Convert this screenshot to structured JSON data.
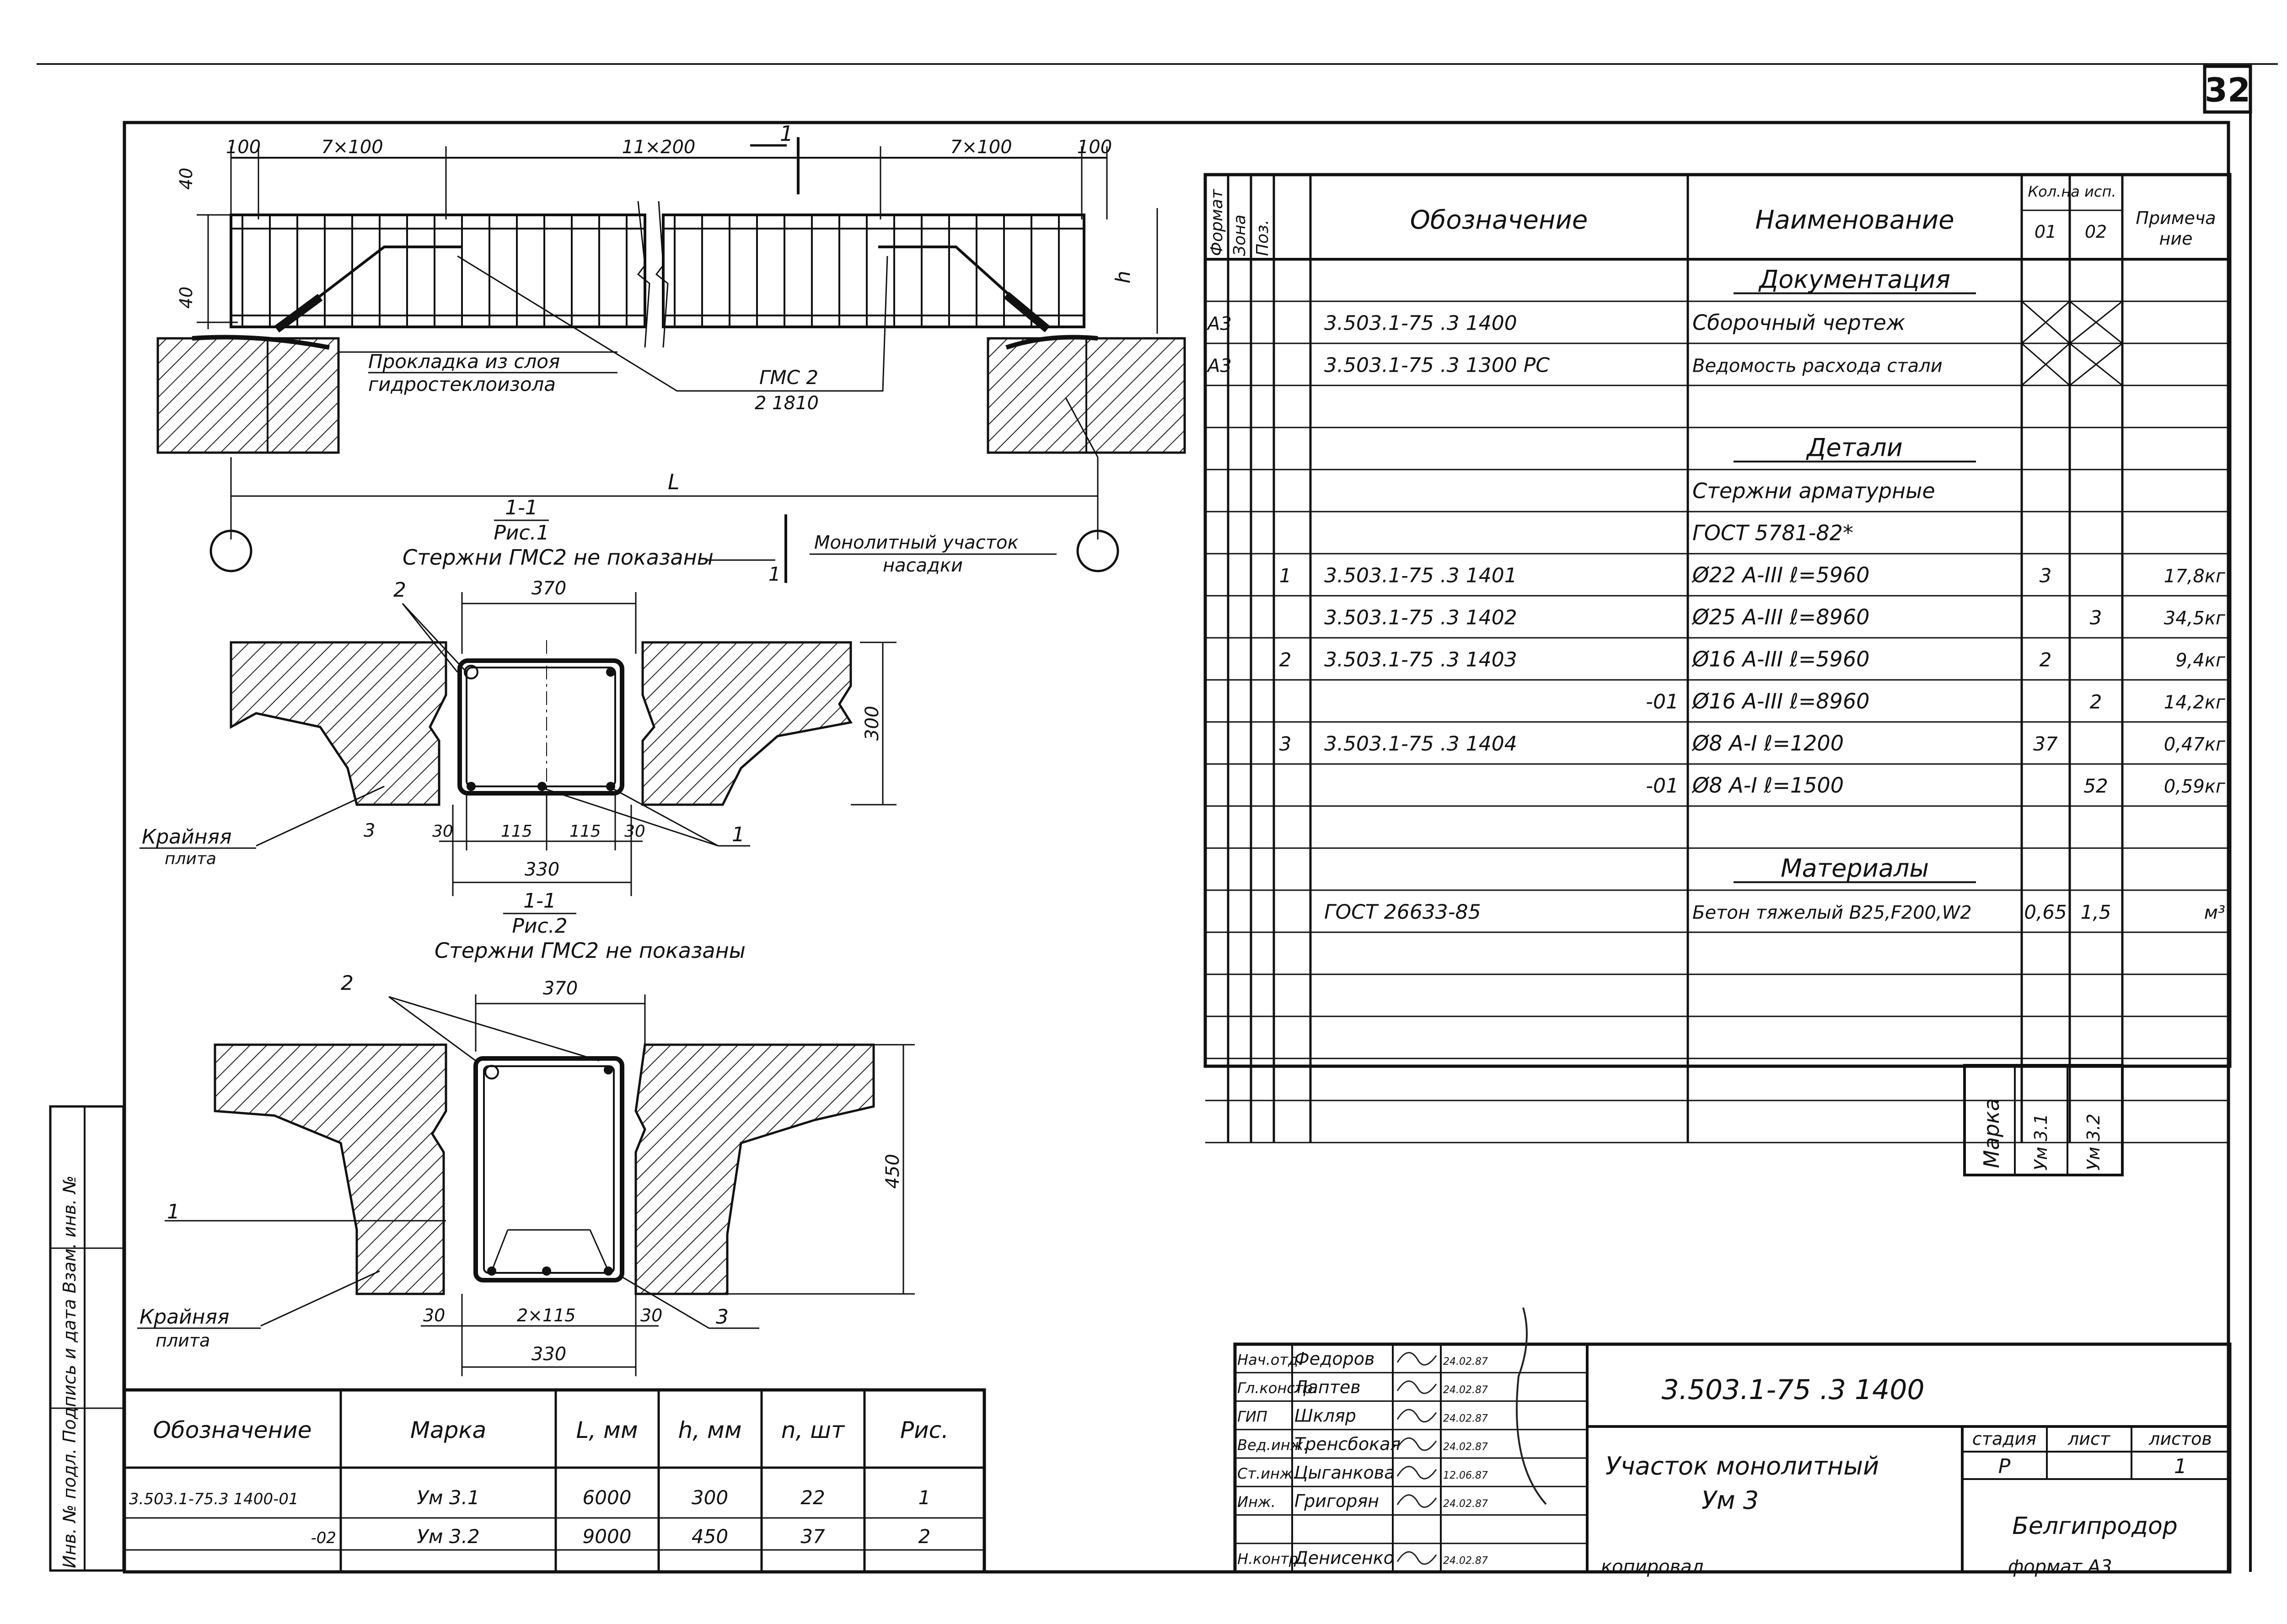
{
  "sheet_number": "32",
  "drawing": {
    "dims_top": {
      "d100a": "100",
      "d7x100a": "7×100",
      "d11x200": "11×200",
      "d7x100b": "7×100",
      "d100b": "100",
      "d40a": "40",
      "d40b": "40",
      "h": "h",
      "L": "L"
    },
    "section_mark": "1",
    "labels": {
      "gasket_1": "Прокладка из слоя",
      "gasket_2": "гидростеклоизола",
      "gms_1": "ГМС 2",
      "gms_2": "2  1810",
      "fig1_cut": "1-1",
      "fig1_name": "Рис.1",
      "fig1_note": "Стержни ГМС2 не показаны",
      "monolith_1": "Монолитный участок",
      "monolith_2": "насадки",
      "sec_mark": "1"
    },
    "sec1": {
      "d370": "370",
      "d300": "300",
      "d30a": "30",
      "d115a": "115",
      "d115b": "115",
      "d30b": "30",
      "d330": "330",
      "p2": "2",
      "p3": "3",
      "p1": "1",
      "edge_1": "Крайняя",
      "edge_2": "плита",
      "cut": "1-1",
      "name": "Рис.2",
      "note": "Стержни ГМС2 не показаны"
    },
    "sec2": {
      "d370": "370",
      "d450": "450",
      "d30a": "30",
      "d2x115": "2×115",
      "d30b": "30",
      "d330": "330",
      "p2": "2",
      "p1": "1",
      "p3": "3",
      "edge_1": "Крайняя",
      "edge_2": "плита"
    }
  },
  "spec": {
    "headers": {
      "format": "Формат",
      "zone": "Зона",
      "pos": "Поз.",
      "designation": "Обозначение",
      "name": "Наименование",
      "qty": "Кол.на исп.",
      "q01": "01",
      "q02": "02",
      "note_1": "Примеча",
      "note_2": "ние"
    },
    "rows": [
      {
        "format": "",
        "zone": "",
        "pos": "",
        "designation": "",
        "name": "Документация",
        "q01": "",
        "q02": "",
        "note": "",
        "section": true
      },
      {
        "format": "А3",
        "zone": "",
        "pos": "",
        "designation": "3.503.1-75 .3   1400",
        "name": "Сборочный чертеж",
        "q01": "",
        "q02": "",
        "note": "",
        "cross": true
      },
      {
        "format": "А3",
        "zone": "",
        "pos": "",
        "designation": "3.503.1-75 .3   1300 РС",
        "name": "Ведомость расхода стали",
        "q01": "",
        "q02": "",
        "note": "",
        "cross": true
      },
      {
        "format": "",
        "zone": "",
        "pos": "",
        "designation": "",
        "name": "",
        "q01": "",
        "q02": "",
        "note": ""
      },
      {
        "format": "",
        "zone": "",
        "pos": "",
        "designation": "",
        "name": "Детали",
        "q01": "",
        "q02": "",
        "note": "",
        "section": true
      },
      {
        "format": "",
        "zone": "",
        "pos": "",
        "designation": "",
        "name": "Стержни арматурные",
        "q01": "",
        "q02": "",
        "note": ""
      },
      {
        "format": "",
        "zone": "",
        "pos": "",
        "designation": "",
        "name": "ГОСТ  5781-82*",
        "q01": "",
        "q02": "",
        "note": ""
      },
      {
        "format": "",
        "zone": "",
        "pos": "1",
        "designation": "3.503.1-75 .3   1401",
        "name": "Ø22  А-III  ℓ=5960",
        "q01": "3",
        "q02": "",
        "note": "17,8кг"
      },
      {
        "format": "",
        "zone": "",
        "pos": "",
        "designation": "3.503.1-75 .3   1402",
        "name": "Ø25  А-III  ℓ=8960",
        "q01": "",
        "q02": "3",
        "note": "34,5кг"
      },
      {
        "format": "",
        "zone": "",
        "pos": "2",
        "designation": "3.503.1-75 .3   1403",
        "name": "Ø16  А-III  ℓ=5960",
        "q01": "2",
        "q02": "",
        "note": "9,4кг"
      },
      {
        "format": "",
        "zone": "",
        "pos": "",
        "designation": "-01",
        "name": "Ø16  А-III  ℓ=8960",
        "q01": "",
        "q02": "2",
        "note": "14,2кг",
        "right": true
      },
      {
        "format": "",
        "zone": "",
        "pos": "3",
        "designation": "3.503.1-75 .3   1404",
        "name": "Ø8  А-I  ℓ=1200",
        "q01": "37",
        "q02": "",
        "note": "0,47кг"
      },
      {
        "format": "",
        "zone": "",
        "pos": "",
        "designation": "-01",
        "name": "Ø8  А-I  ℓ=1500",
        "q01": "",
        "q02": "52",
        "note": "0,59кг",
        "right": true
      },
      {
        "format": "",
        "zone": "",
        "pos": "",
        "designation": "",
        "name": "",
        "q01": "",
        "q02": "",
        "note": ""
      },
      {
        "format": "",
        "zone": "",
        "pos": "",
        "designation": "",
        "name": "Материалы",
        "q01": "",
        "q02": "",
        "note": "",
        "section": true
      },
      {
        "format": "",
        "zone": "",
        "pos": "",
        "designation": "ГОСТ   26633-85",
        "name": "Бетон тяжелый В25,F200,W2",
        "q01": "0,65",
        "q02": "1,5",
        "note": "м³"
      },
      {
        "format": "",
        "zone": "",
        "pos": "",
        "designation": "",
        "name": "",
        "q01": "",
        "q02": "",
        "note": ""
      },
      {
        "format": "",
        "zone": "",
        "pos": "",
        "designation": "",
        "name": "",
        "q01": "",
        "q02": "",
        "note": ""
      },
      {
        "format": "",
        "zone": "",
        "pos": "",
        "designation": "",
        "name": "",
        "q01": "",
        "q02": "",
        "note": ""
      },
      {
        "format": "",
        "zone": "",
        "pos": "",
        "designation": "",
        "name": "",
        "q01": "",
        "q02": "",
        "note": ""
      },
      {
        "format": "",
        "zone": "",
        "pos": "",
        "designation": "",
        "name": "",
        "q01": "",
        "q02": "",
        "note": ""
      }
    ],
    "marka_label": "Марка",
    "marka_01": "Ум 3.1",
    "marka_02": "Ум 3.2"
  },
  "variants": {
    "headers": [
      "Обозначение",
      "Марка",
      "L, мм",
      "h, мм",
      "n, шт",
      "Рис."
    ],
    "rows": [
      [
        "3.503.1-75.3 1400-01",
        "Ум 3.1",
        "6000",
        "300",
        "22",
        "1"
      ],
      [
        "-02",
        "Ум 3.2",
        "9000",
        "450",
        "37",
        "2"
      ]
    ]
  },
  "side_stamp": "Инв. № подл.  Подпись и дата  Взам. инв. №",
  "title_block": {
    "roles": [
      "Нач.отд.",
      "Гл.констр.",
      "ГИП",
      "Вед.инж.",
      "Ст.инж.",
      "Инж.",
      "",
      "Н.контр."
    ],
    "names": [
      "Федоров",
      "Лаптев",
      "Шкляр",
      "Тренсбокая",
      "Цыганкова",
      "Григорян",
      "",
      "Денисенко"
    ],
    "dates": [
      "24.02.87",
      "24.02.87",
      "24.02.87",
      "24.02.87",
      "12.06.87",
      "24.02.87",
      "",
      "24.02.87"
    ],
    "doc_code": "3.503.1-75   .3   1400",
    "title_1": "Участок монолитный",
    "title_2": "Ум 3",
    "stage_label": "стадия",
    "sheet_label": "лист",
    "sheets_label": "листов",
    "stage": "Р",
    "sheets": "1",
    "org": "Белгипродор",
    "copied": "копировал",
    "format": "формат  А3"
  }
}
